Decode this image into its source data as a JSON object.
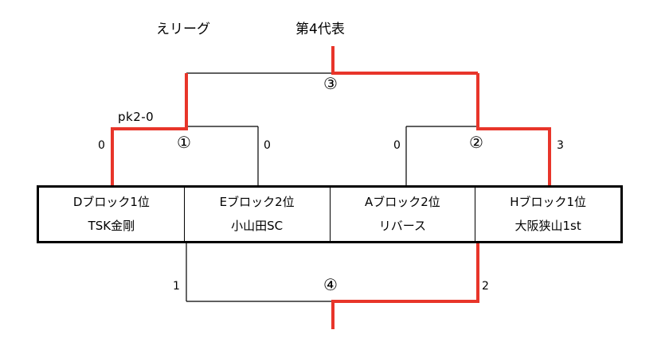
{
  "header": {
    "left_title": "えリーグ",
    "right_title": "第4代表"
  },
  "pk_note": "pk2-0",
  "matches": {
    "m1": "①",
    "m2": "②",
    "m3": "③",
    "m4": "④"
  },
  "scores": {
    "m1_left": "0",
    "m1_right": "0",
    "m2_left": "0",
    "m2_right": "3",
    "m4_left": "1",
    "m4_right": "2"
  },
  "teams": [
    {
      "block": "Dブロック1位",
      "name": "TSK金剛"
    },
    {
      "block": "Eブロック2位",
      "name": "小山田SC"
    },
    {
      "block": "Aブロック2位",
      "name": "リバース"
    },
    {
      "block": "Hブロック1位",
      "name": "大阪狭山1st"
    }
  ],
  "colors": {
    "line": "#000000",
    "winner_path": "#e8352a"
  }
}
